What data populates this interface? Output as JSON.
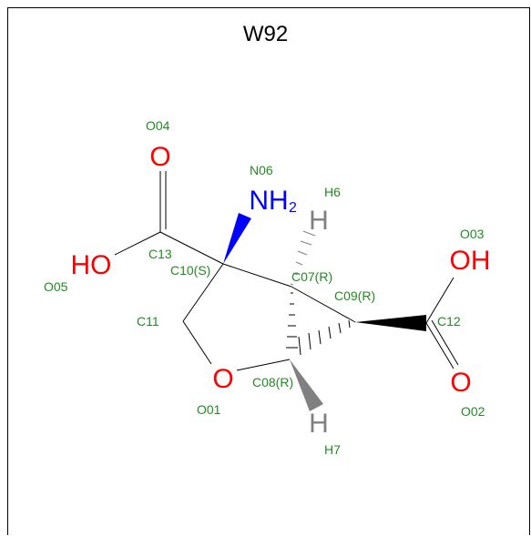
{
  "title": "W92",
  "atoms": {
    "o_carbonyl_left": "O",
    "ho_left": "HO",
    "nh2_main": "NH",
    "nh2_sub": "2",
    "h6": "H",
    "oh_right": "OH",
    "o_carbonyl_right": "O",
    "o_ring": "O",
    "h7": "H"
  },
  "labels": {
    "O04": "O04",
    "N06": "N06",
    "H6": "H6",
    "O03": "O03",
    "C13": "C13",
    "C10": "C10(S)",
    "O05": "O05",
    "C07": "C07(R)",
    "C09": "C09(R)",
    "C12": "C12",
    "C11": "C11",
    "C08": "C08(R)",
    "O01": "O01",
    "O02": "O02",
    "H7": "H7"
  },
  "colors": {
    "oxygen": "#ff0000",
    "nitrogen": "#0000ff",
    "hydrogen": "#808080",
    "label": "#228b22",
    "bond": "#000000"
  }
}
